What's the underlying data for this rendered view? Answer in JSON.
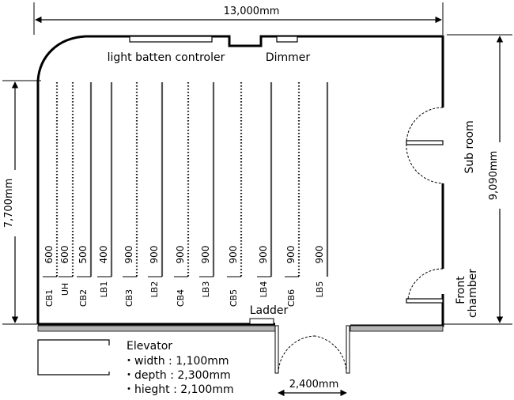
{
  "dimensions": {
    "width_total": "13,000mm",
    "height_total": "9,090mm",
    "height_inner": "7,700mm",
    "door_width": "2,400mm"
  },
  "labels": {
    "light_batten_controller": "light batten controler",
    "dimmer": "Dimmer",
    "sub_room": "Sub room",
    "front_chamber_line1": "Front",
    "front_chamber_line2": "chamber",
    "ladder": "Ladder"
  },
  "bars": [
    {
      "code": "CB1",
      "spacing": "600",
      "style": "dotted"
    },
    {
      "code": "UH",
      "spacing": "600",
      "style": "dotted"
    },
    {
      "code": "CB2",
      "spacing": "500",
      "style": "solid"
    },
    {
      "code": "LB1",
      "spacing": "400",
      "style": "solid"
    },
    {
      "code": "CB3",
      "spacing": "900",
      "style": "dotted"
    },
    {
      "code": "LB2",
      "spacing": "900",
      "style": "solid"
    },
    {
      "code": "CB4",
      "spacing": "900",
      "style": "dotted"
    },
    {
      "code": "LB3",
      "spacing": "900",
      "style": "solid"
    },
    {
      "code": "CB5",
      "spacing": "900",
      "style": "dotted"
    },
    {
      "code": "LB4",
      "spacing": "900",
      "style": "solid"
    },
    {
      "code": "CB6",
      "spacing": "900",
      "style": "dotted"
    },
    {
      "code": "LB5",
      "spacing": "900",
      "style": "solid"
    }
  ],
  "elevator": {
    "title": "Elevator",
    "width": "・width  : 1,100mm",
    "depth": "・depth  : 2,300mm",
    "height": "・hieght : 2,100mm"
  }
}
